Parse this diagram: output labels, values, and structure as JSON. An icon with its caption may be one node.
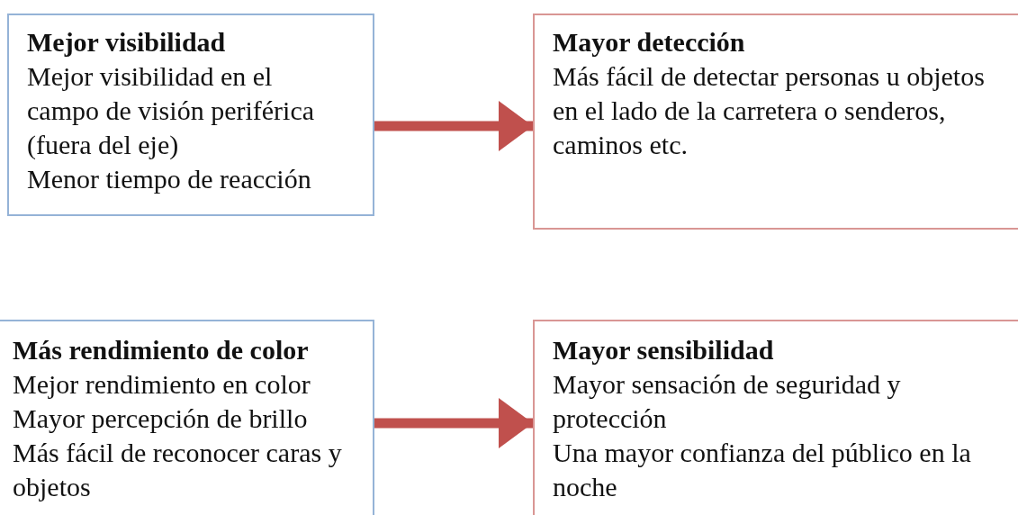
{
  "diagram": {
    "nodes": [
      {
        "text": [
          "Mejor visibilidad",
          "Mejor visibilidad en el campo de visión periférica (fuera del eje)",
          "Menor tiempo de reacción"
        ]
      },
      {
        "text": [
          "Mayor detección",
          "Más fácil de detectar personas u objetos en el lado de la carretera o senderos, caminos etc."
        ]
      },
      {
        "text": [
          "Más rendimiento de color",
          "Mejor rendimiento en color",
          "Mayor percepción de brillo",
          "Más fácil de reconocer caras y objetos"
        ]
      },
      {
        "text": [
          "Mayor sensibilidad",
          "Mayor sensación de seguridad y protección",
          "Una mayor confianza del público en la noche"
        ]
      }
    ],
    "edges": [
      {
        "from": 0,
        "to": 1,
        "arrow": "to"
      },
      {
        "from": 2,
        "to": 3,
        "arrow": "to"
      }
    ]
  }
}
